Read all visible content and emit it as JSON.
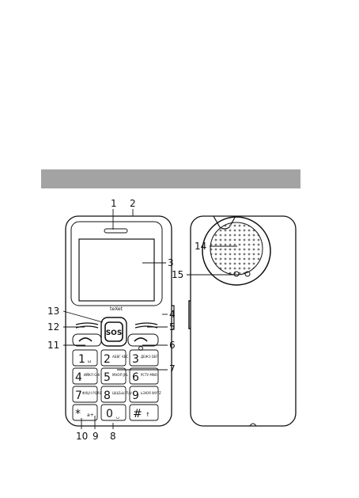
{
  "header_band": {
    "color": "#a3a3a3"
  },
  "logo_text": "teXet",
  "sos_label": "SOS",
  "callouts": {
    "1": "1",
    "2": "2",
    "3": "3",
    "4": "4",
    "5": "5",
    "6": "6",
    "7": "7",
    "8": "8",
    "9": "9",
    "10": "10",
    "11": "11",
    "12": "12",
    "13": "13",
    "14": "14",
    "15": "15"
  },
  "keys": [
    {
      "digit": "1",
      "sub": "ω"
    },
    {
      "digit": "2",
      "sub": "АБВГ ABC"
    },
    {
      "digit": "3",
      "sub": "ДЕЖЗ DEF"
    },
    {
      "digit": "4",
      "sub": "ИЙКЛ GHI"
    },
    {
      "digit": "5",
      "sub": "МНОП JKL"
    },
    {
      "digit": "6",
      "sub": "РСТУ MNO"
    },
    {
      "digit": "7",
      "sub": "ФХЦЧ PQRS"
    },
    {
      "digit": "8",
      "sub": "ШЩЪЫ TUV"
    },
    {
      "digit": "9",
      "sub": "ЬЭЮЯ WXYZ"
    },
    {
      "digit": "*",
      "sub": "a+"
    },
    {
      "digit": "0",
      "sub": "␣"
    },
    {
      "digit": "#",
      "sub": "↑"
    }
  ],
  "colors": {
    "line": "#111111",
    "band": "#a3a3a3"
  }
}
